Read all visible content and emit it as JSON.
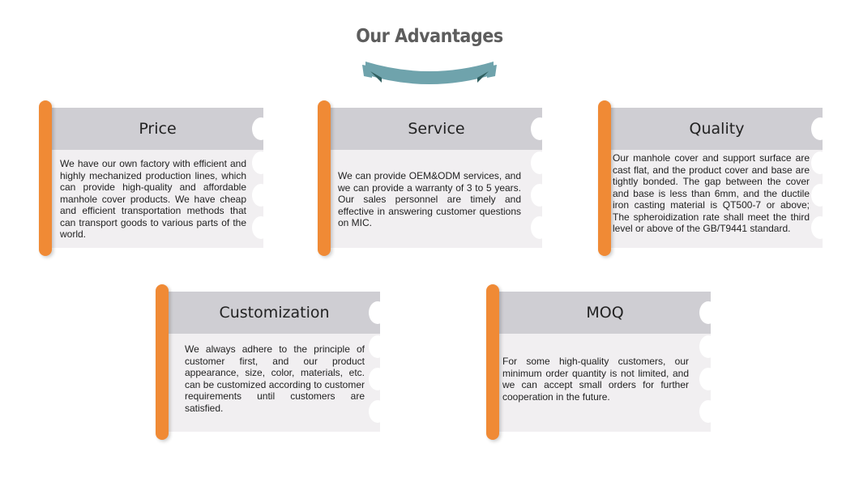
{
  "title": "Our Advantages",
  "cards": [
    {
      "title": "Price",
      "text": "We have our own factory with efficient and highly mechanized production lines, which can provide high-quality and affordable manhole cover products. We have cheap and efficient transportation methods that can transport goods to various parts of the world."
    },
    {
      "title": "Service",
      "text": "We can provide OEM&ODM services, and we can provide a warranty of 3 to 5 years. Our sales personnel are timely and effective in answering customer questions on MIC."
    },
    {
      "title": "Quality",
      "text": "Our manhole cover and support surface are cast flat, and the product cover and base are tightly bonded. The gap between the cover and base is less than 6mm, and the ductile iron casting material is QT500-7 or above; The spheroidization rate shall meet the third level or above of the GB/T9441 standard."
    },
    {
      "title": "Customization",
      "text": "We always adhere to the principle of customer first, and our product appearance, size, color, materials, etc. can be customized according to customer requirements until customers are satisfied."
    },
    {
      "title": "MOQ",
      "text": "For some high-quality customers, our minimum order quantity is not limited, and we can accept small orders for further cooperation in the future."
    }
  ],
  "colors": {
    "accent": "#f08a35",
    "ribbon": "#6fa3ac",
    "header": "#cfced3",
    "body": "#f1eff1"
  }
}
